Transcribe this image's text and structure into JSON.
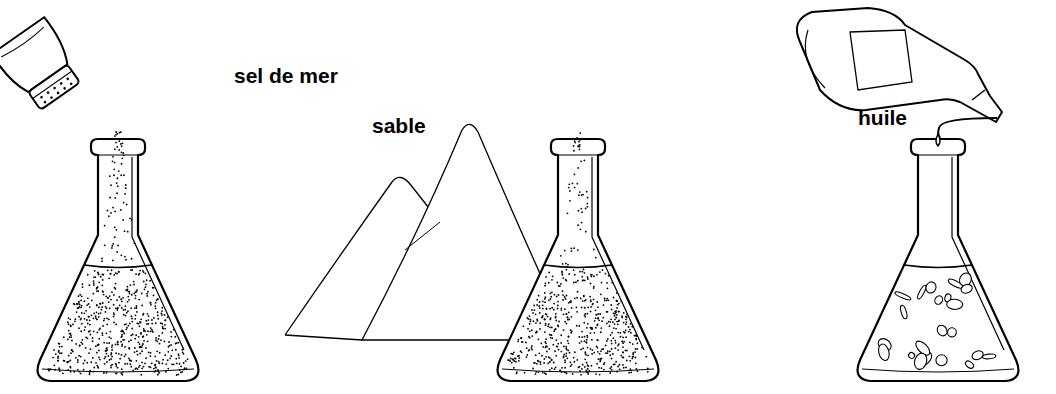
{
  "diagram": {
    "labels": [
      "sel de mer",
      "sable",
      "huile"
    ]
  }
}
